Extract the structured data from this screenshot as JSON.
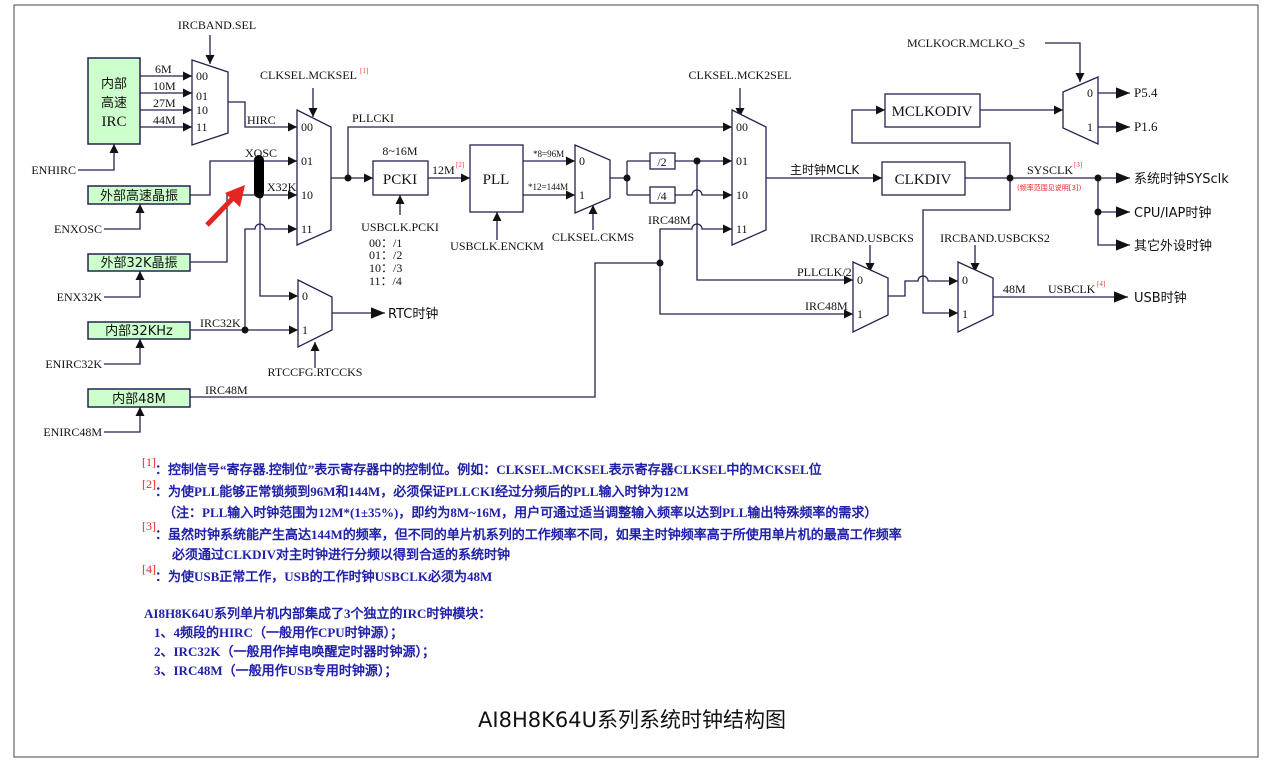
{
  "title": "AI8H8K64U系列系统时钟结构图",
  "sources": {
    "hirc": {
      "line1": "内部",
      "line2": "高速",
      "line3": "IRC",
      "enable": "ENHIRC",
      "bands": [
        "6M",
        "10M",
        "27M",
        "44M"
      ]
    },
    "xosc": {
      "label": "外部高速晶振",
      "enable": "ENXOSC"
    },
    "x32k": {
      "label": "外部32K晶振",
      "enable": "ENX32K"
    },
    "irc32k": {
      "label": "内部32KHz",
      "enable": "ENIRC32K"
    },
    "irc48m": {
      "label": "内部48M",
      "enable": "ENIRC48M"
    }
  },
  "signals": {
    "hirc": "HIRC",
    "xosc": "XOSC",
    "x32k": "X32K",
    "irc32k": "IRC32K",
    "irc48m": "IRC48M",
    "pllcki": "PLLCKI",
    "pcki_range": "8~16M",
    "pll_in": "12M",
    "pll_in_ref": "[2]",
    "pll_96": "*8=96M",
    "pll_144": "*12=144M",
    "div2": "/2",
    "div4": "/4",
    "mclk": "主时钟MCLK",
    "sysclk": "SYSCLK",
    "sysclk_ref": "[3]",
    "sysclk_note": "(频率范围见说明[3])",
    "pllclk2": "PLLCLK/2",
    "irc48m_b": "IRC48M",
    "irc48m_c": "IRC48M",
    "usb48": "48M",
    "usbclk": "USBCLK",
    "usbclk_ref": "[4]"
  },
  "selects": {
    "ircband_sel": "IRCBAND.SEL",
    "mcksel": "CLKSEL.MCKSEL",
    "mcksel_ref": "[1]",
    "mck2sel": "CLKSEL.MCK2SEL",
    "ckms": "CLKSEL.CKMS",
    "pcki": "USBCLK.PCKI",
    "pcki_opts": [
      "00：/1",
      "01：/2",
      "10：/3",
      "11：/4"
    ],
    "enckm": "USBCLK.ENCKM",
    "rtccks": "RTCCFG.RTCCKS",
    "usbcks": "IRCBAND.USBCKS",
    "usbcks2": "IRCBAND.USBCKS2",
    "mclko_s": "MCLKOCR.MCLKO_S"
  },
  "blocks": {
    "pcki": "PCKI",
    "pll": "PLL",
    "clkdiv": "CLKDIV",
    "mclkodiv": "MCLKODIV"
  },
  "mux_inputs": {
    "four": [
      "00",
      "01",
      "10",
      "11"
    ],
    "two": [
      "0",
      "1"
    ]
  },
  "outputs": {
    "rtc": "RTC时钟",
    "p54": "P5.4",
    "p16": "P1.6",
    "sysclk": "系统时钟SYSclk",
    "cpu": "CPU/IAP时钟",
    "periph": "其它外设时钟",
    "usb": "USB时钟"
  },
  "notes": [
    {
      "ref": "[1]",
      "lines": [
        "：控制信号“寄存器.控制位”表示寄存器中的控制位。例如：CLKSEL.MCKSEL表示寄存器CLKSEL中的MCKSEL位"
      ]
    },
    {
      "ref": "[2]",
      "lines": [
        "：为使PLL能够正常锁频到96M和144M，必须保证PLLCKI经过分频后的PLL输入时钟为12M",
        "（注：PLL输入时钟范围为12M*(1±35%)，即约为8M~16M，用户可通过适当调整输入频率以达到PLL输出特殊频率的需求）"
      ]
    },
    {
      "ref": "[3]",
      "lines": [
        "：虽然时钟系统能产生高达144M的频率，但不同的单片机系列的工作频率不同，如果主时钟频率高于所使用单片机的最高工作频率",
        "必须通过CLKDIV对主时钟进行分频以得到合适的系统时钟"
      ]
    },
    {
      "ref": "[4]",
      "lines": [
        "：为使USB正常工作，USB的工作时钟USBCLK必须为48M"
      ]
    }
  ],
  "irc_summary": {
    "heading": "AI8H8K64U系列单片机内部集成了3个独立的IRC时钟模块：",
    "items": [
      "1、4频段的HIRC（一般用作CPU时钟源）；",
      "2、IRC32K（一般用作掉电唤醒定时器时钟源）；",
      "3、IRC48M（一般用作USB专用时钟源）；"
    ]
  },
  "colors": {
    "wire": "#23234f",
    "block_fill": "#ccffcc",
    "note_text": "#2020a8",
    "ref": "#e22222",
    "annotation_arrow": "#e52521"
  }
}
